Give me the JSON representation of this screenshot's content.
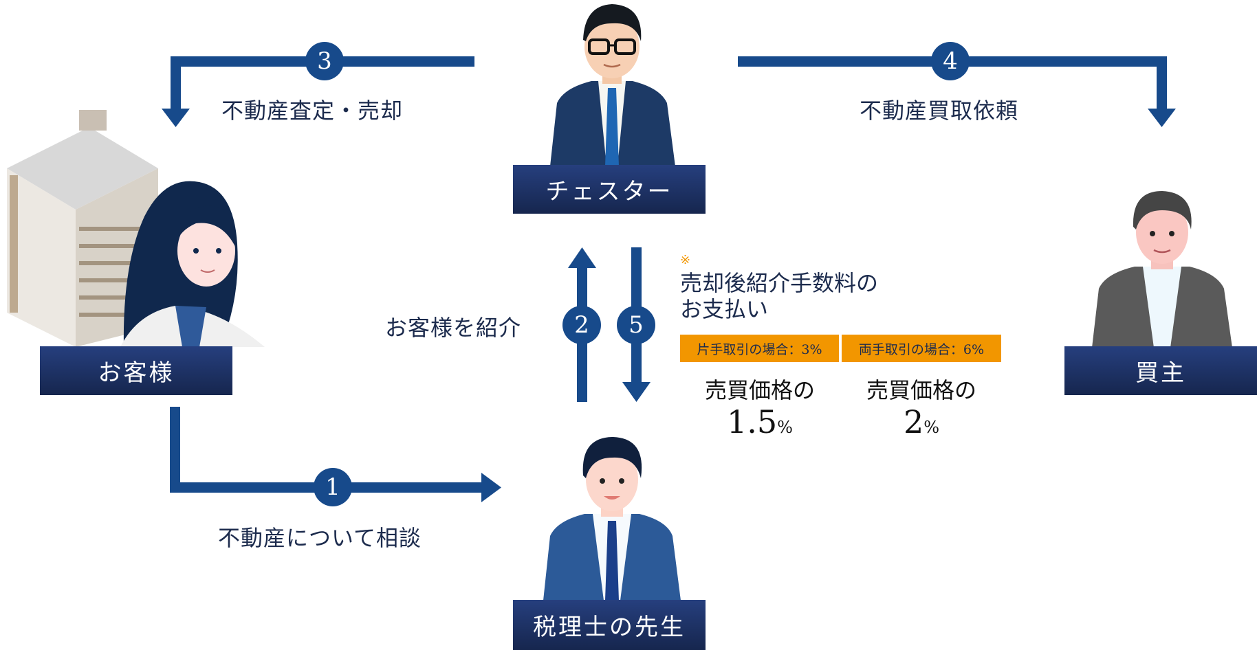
{
  "diagram": {
    "nodes": {
      "chester": "チェスター",
      "customer": "お客様",
      "buyer": "買主",
      "tax_accountant": "税理士の先生"
    },
    "steps": [
      {
        "number": "1",
        "label": "不動産について相談",
        "from": "customer",
        "to": "tax_accountant"
      },
      {
        "number": "2",
        "label": "お客様を紹介",
        "from": "tax_accountant",
        "to": "chester"
      },
      {
        "number": "3",
        "label": "不動産査定・売却",
        "from": "chester",
        "to": "customer"
      },
      {
        "number": "4",
        "label": "不動産買取依頼",
        "from": "chester",
        "to": "buyer"
      },
      {
        "number": "5",
        "label": "",
        "from": "chester",
        "to": "tax_accountant"
      }
    ],
    "fee_note": {
      "mark": "※",
      "title_line1": "売却後紹介手数料の",
      "title_line2": "お支払い",
      "badges": [
        "片手取引の場合：3%",
        "両手取引の場合：6%"
      ],
      "prices": [
        {
          "label": "売買価格の",
          "value": "1.5",
          "unit": "%"
        },
        {
          "label": "売買価格の",
          "value": "2",
          "unit": "%"
        }
      ]
    },
    "colors": {
      "arrow": "#174a8b",
      "label_box_top": "#263f7e",
      "label_box_bottom": "#16264e",
      "badge": "#f29600",
      "note_mark": "#f29600"
    }
  }
}
